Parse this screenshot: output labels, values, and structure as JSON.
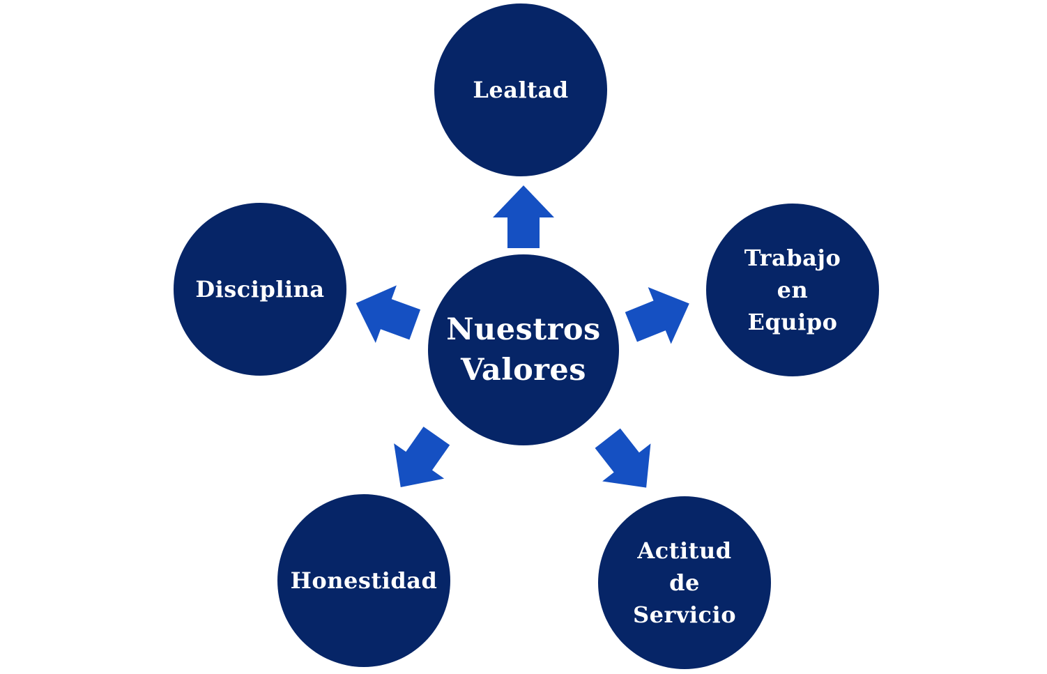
{
  "colors": {
    "node_fill": "#062567",
    "arrow_fill": "#1550c2",
    "label_text": "#ffffff",
    "background": "#ffffff"
  },
  "center": {
    "label": "Nuestros\nValores"
  },
  "values": [
    {
      "id": "lealtad",
      "label": "Lealtad"
    },
    {
      "id": "trabajo-en-equipo",
      "label": "Trabajo\nen\nEquipo"
    },
    {
      "id": "actitud-de-servicio",
      "label": "Actitud\nde\nServicio"
    },
    {
      "id": "honestidad",
      "label": "Honestidad"
    },
    {
      "id": "disciplina",
      "label": "Disciplina"
    }
  ],
  "arrows": [
    {
      "from": "center",
      "to": "lealtad",
      "icon": "arrow-up-icon"
    },
    {
      "from": "center",
      "to": "trabajo-en-equipo",
      "icon": "arrow-up-right-icon"
    },
    {
      "from": "center",
      "to": "actitud-de-servicio",
      "icon": "arrow-down-right-icon"
    },
    {
      "from": "center",
      "to": "honestidad",
      "icon": "arrow-down-left-icon"
    },
    {
      "from": "center",
      "to": "disciplina",
      "icon": "arrow-up-left-icon"
    }
  ]
}
